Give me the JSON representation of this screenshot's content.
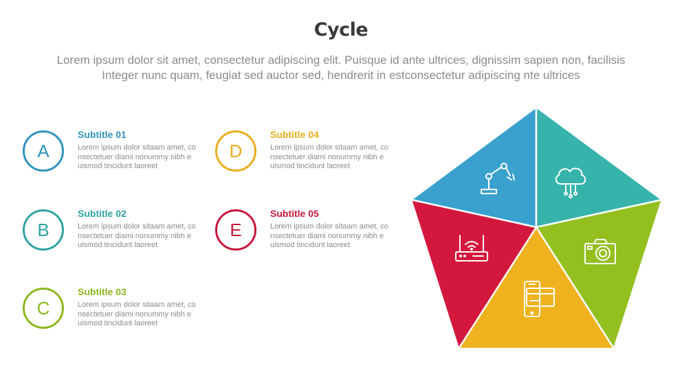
{
  "header": {
    "title": "Cycle",
    "description_line1": "Lorem ipsum dolor sit amet, consectetur adipiscing elit. Puisque id ante ultrices, dignissim sapien non, facilisis",
    "description_line2": "Integer nunc quam, feugiat sed auctor sed, hendrerit in estconsectetur adipiscing nte ultrices"
  },
  "items": [
    {
      "letter": "A",
      "title": "Subtitle 01",
      "color": "#2e93bb",
      "lines": [
        "Lorem ipsum dolor sitaam amet, co",
        "nsectetuer diami nonummy  nibh e",
        "uismod tincidunt laoreet"
      ]
    },
    {
      "letter": "B",
      "title": "Subtitle 02",
      "color": "#2fa3a0",
      "lines": [
        "Lorem ipsum dolor sitaam amet, co",
        "nsectetuer diami nonummy  nibh e",
        "uismod tincidunt laoreet"
      ]
    },
    {
      "letter": "C",
      "title": "Subtitle 03",
      "color": "#8bb81e",
      "lines": [
        "Lorem ipsum dolor sitaam amet, co",
        "nsectetuer diami nonummy  nibh e",
        "uismod tincidunt laoreet"
      ]
    },
    {
      "letter": "D",
      "title": "Subtitle 04",
      "color": "#e9ac1d",
      "lines": [
        "Lorem ipsum dolor sitaam amet, co",
        "nsectetuer diami nonummy  nibh e",
        "uismod tincidunt laoreet"
      ]
    },
    {
      "letter": "E",
      "title": "Subtitle 05",
      "color": "#c8163a",
      "lines": [
        "Lorem ipsum dolor sitaam amet, co",
        "nsectetuer diami nonummy  nibh e",
        "uismod tincidunt laoreet"
      ]
    }
  ],
  "pentagon": {
    "segments": [
      {
        "color": "#3aa1cf",
        "icon": "robot-arm-icon"
      },
      {
        "color": "#36b3ab",
        "icon": "cloud-network-icon"
      },
      {
        "color": "#93c01f",
        "icon": "camera-icon"
      },
      {
        "color": "#f0b31f",
        "icon": "credit-card-phone-icon"
      },
      {
        "color": "#d3173d",
        "icon": "wifi-router-icon"
      }
    ]
  }
}
